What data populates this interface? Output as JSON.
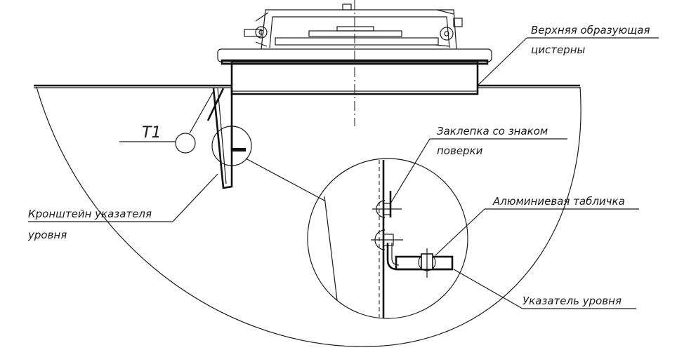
{
  "labels": {
    "top_generatrix_line1": "Верхняя образующая",
    "top_generatrix_line2": "цистерны",
    "rivet_line1": "Заклепка со знаком",
    "rivet_line2": "поверки",
    "aluminum_plate": "Алюминиевая табличка",
    "level_indicator": "Указатель уровня",
    "bracket_line1": "Кронштейн указателя",
    "bracket_line2": "уровня",
    "point_t1": "T1"
  }
}
